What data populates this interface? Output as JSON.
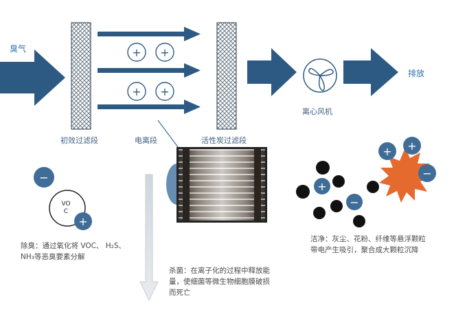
{
  "labels": {
    "odor_in": "臭气",
    "exhaust": "排放",
    "pre_filter": "初效过滤段",
    "ionization": "电离段",
    "activated_carbon": "活性炭过滤段",
    "centrifugal_fan": "离心风机"
  },
  "symbols": {
    "plus": "+",
    "minus": "−",
    "voc": "VO\nC"
  },
  "descriptions": {
    "deodorize_line1": "除臭：通过氧化将 VOC、 H₂S、",
    "deodorize_line2": "NH₃等恶臭要素分解",
    "sterilize_line1": "杀菌：在离子化的过程中释放能",
    "sterilize_line2": "量，使细菌等微生物细胞膜破损",
    "sterilize_line3": "而死亡",
    "purify_line1": "洁净：灰尘、花粉、纤维等悬浮颗粒",
    "purify_line2": "带电产生吸引，聚合成大颗粒沉降"
  },
  "colors": {
    "arrow_blue": "#2c5a82",
    "ion_blue": "#3f6d97",
    "text_blue": "#2f6fb0",
    "dust_black": "#111111",
    "spiky_orange": "#e46a2e"
  }
}
